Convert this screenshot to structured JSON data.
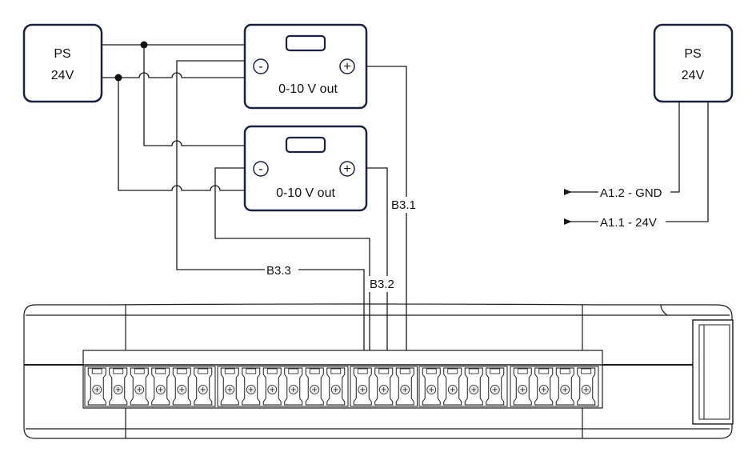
{
  "power_supplies": [
    {
      "id": "left",
      "name": "PS",
      "voltage": "24V"
    },
    {
      "id": "right",
      "name": "PS",
      "voltage": "24V"
    }
  ],
  "sensors": [
    {
      "id": "top",
      "output_label": "0-10 V out",
      "minus_symbol": "-",
      "plus_symbol": "+"
    },
    {
      "id": "bottom",
      "output_label": "0-10 V out",
      "minus_symbol": "-",
      "plus_symbol": "+"
    }
  ],
  "wire_labels": {
    "b31": "B3.1",
    "b32": "B3.2",
    "b33": "B3.3",
    "a12": "A1.2 - GND",
    "a11": "A1.1 - 24V"
  },
  "terminal_blocks": [
    {
      "group": 1,
      "terminals": 6
    },
    {
      "group": 2,
      "terminals": 6
    },
    {
      "group": 3,
      "terminals": 3
    },
    {
      "group": 4,
      "terminals": 4
    },
    {
      "group": 5,
      "terminals": 4
    }
  ],
  "colors": {
    "box_stroke": "#1b2240",
    "wire": "#1a1a1a"
  }
}
